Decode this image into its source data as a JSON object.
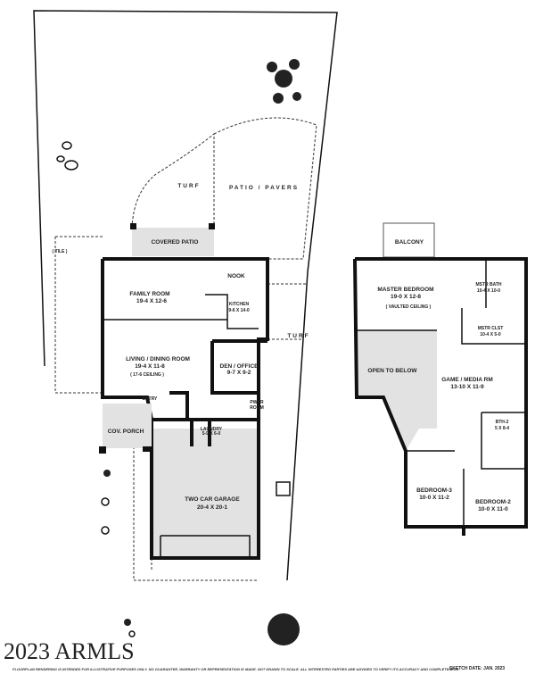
{
  "ground_floor": {
    "turf_left": "TURF",
    "patio_pavers": "PATIO / PAVERS",
    "covered_patio": "COVERED PATIO",
    "tile": "( TILE )",
    "nook": "NOOK",
    "family_room": {
      "name": "FAMILY ROOM",
      "size": "19-4  X  12-6"
    },
    "kitchen": {
      "name": "KITCHEN",
      "size": "9-6 X 14-0"
    },
    "turf_right": "TURF",
    "living_dining": {
      "name": "LIVING / DINING ROOM",
      "size": "19-4  X  11-8",
      "note": "( 17-6 CEILING )"
    },
    "den_office": {
      "name": "DEN / OFFICE",
      "size": "9-7  X  9-2"
    },
    "entry": "ENTRY",
    "pwdr_room": {
      "line1": "PWDR",
      "line2": "ROOM"
    },
    "laundry": {
      "name": "LAUNDRY",
      "size": "5-9 X 6-0"
    },
    "cov_porch": "COV. PORCH",
    "garage": {
      "name": "TWO CAR GARAGE",
      "size": "20-4  X  20-1"
    }
  },
  "upper_floor": {
    "balcony": "BALCONY",
    "master_bedroom": {
      "name": "MASTER BEDROOM",
      "size": "19-0  X  12-8",
      "note": "( VAULTED CEILING )"
    },
    "master_bath": {
      "name": "MSTR BATH",
      "size": "10-4 X 10-0"
    },
    "master_closet": {
      "name": "MSTR CLST",
      "size": "10-4  X  5-0"
    },
    "open_to_below": "OPEN TO BELOW",
    "game_media": {
      "name": "GAME / MEDIA RM",
      "size": "13-10  X  11-9"
    },
    "bath_2": {
      "name": "BTH-2",
      "size": "5 X 8-4"
    },
    "bedroom_3": {
      "name": "BEDROOM-3",
      "size": "10-0  X  11-2"
    },
    "bedroom_2": {
      "name": "BEDROOM-2",
      "size": "10-0  X  11-0"
    }
  },
  "watermark": "2023 ARMLS",
  "disclaimer": "FLOORPLAN RENDERING IS INTENDED FOR ILLUSTRATIVE PURPOSES ONLY.  NO GUARANTEE, WARRANTY OR REPRESENTATION IS MADE.  NOT DRAWN TO SCALE.  ALL INTERESTED PARTIES ARE ADVISED TO VERIFY ITS ACCURACY AND COMPLETENESS.",
  "sketch_date": "SKETCH DATE:  JAN. 2023"
}
